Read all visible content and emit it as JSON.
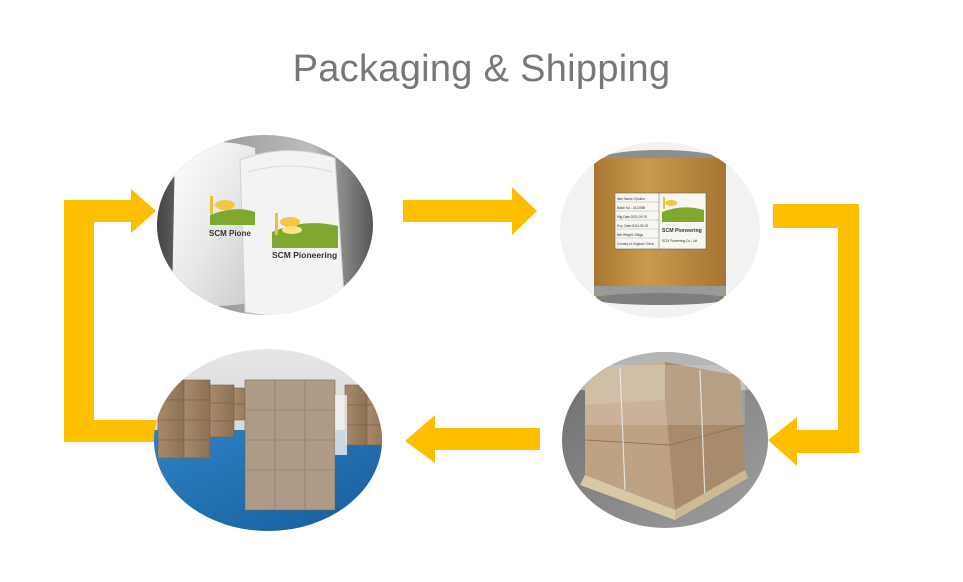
{
  "title": "Packaging & Shipping",
  "colors": {
    "arrow": "#FDBE00",
    "title": "#777777",
    "drum": "#C49245",
    "floor": "#1F6FB3",
    "brand_green": "#7EA92E",
    "brand_yellow": "#F2C744"
  },
  "steps": [
    {
      "id": 1,
      "name": "foil-bags",
      "brand_text_front": "SCM Pioneering",
      "brand_text_back": "SCM Pione"
    },
    {
      "id": 2,
      "name": "fiber-drum",
      "brand_text": "SCM Pioneering",
      "company_text": "SCM Pioneering Co., Ltd",
      "label_rows": [
        "Item Name: Epsilon",
        "Batch No.: 2022098",
        "Mfg.Date:2022.09.19",
        "Exp. Date:2024.09.18",
        "Net Weight: 25kgs",
        "Country of Original: China"
      ]
    },
    {
      "id": 3,
      "name": "wrapped-pallet"
    },
    {
      "id": 4,
      "name": "warehouse-stock"
    }
  ],
  "flow": [
    "right",
    "down",
    "left",
    "up"
  ]
}
